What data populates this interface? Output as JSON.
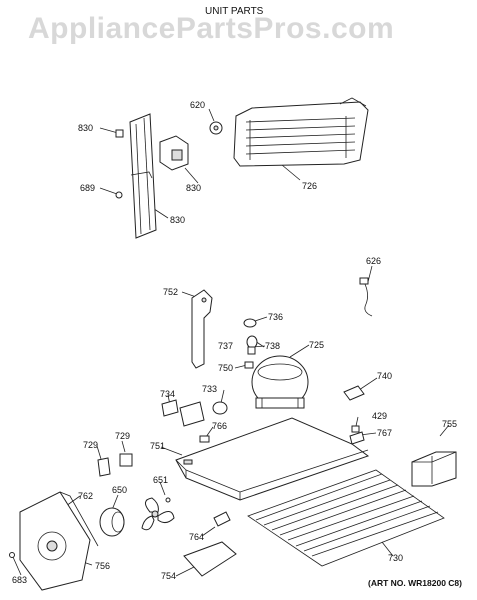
{
  "watermark": "AppliancePartsPros.com",
  "title": "UNIT PARTS",
  "art_number": "(ART NO. WR18200 C8)",
  "labels": {
    "l620": "620",
    "l830a": "830",
    "l830b": "830",
    "l830c": "830",
    "l689": "689",
    "l726": "726",
    "l626": "626",
    "l752": "752",
    "l736": "736",
    "l737": "737",
    "l738": "738",
    "l725": "725",
    "l750": "750",
    "l740": "740",
    "l734": "734",
    "l733": "733",
    "l429": "429",
    "l755": "755",
    "l766": "766",
    "l767": "767",
    "l729a": "729",
    "l729b": "729",
    "l751": "751",
    "l651": "651",
    "l762": "762",
    "l650": "650",
    "l764": "764",
    "l756": "756",
    "l754": "754",
    "l730": "730",
    "l683": "683"
  }
}
